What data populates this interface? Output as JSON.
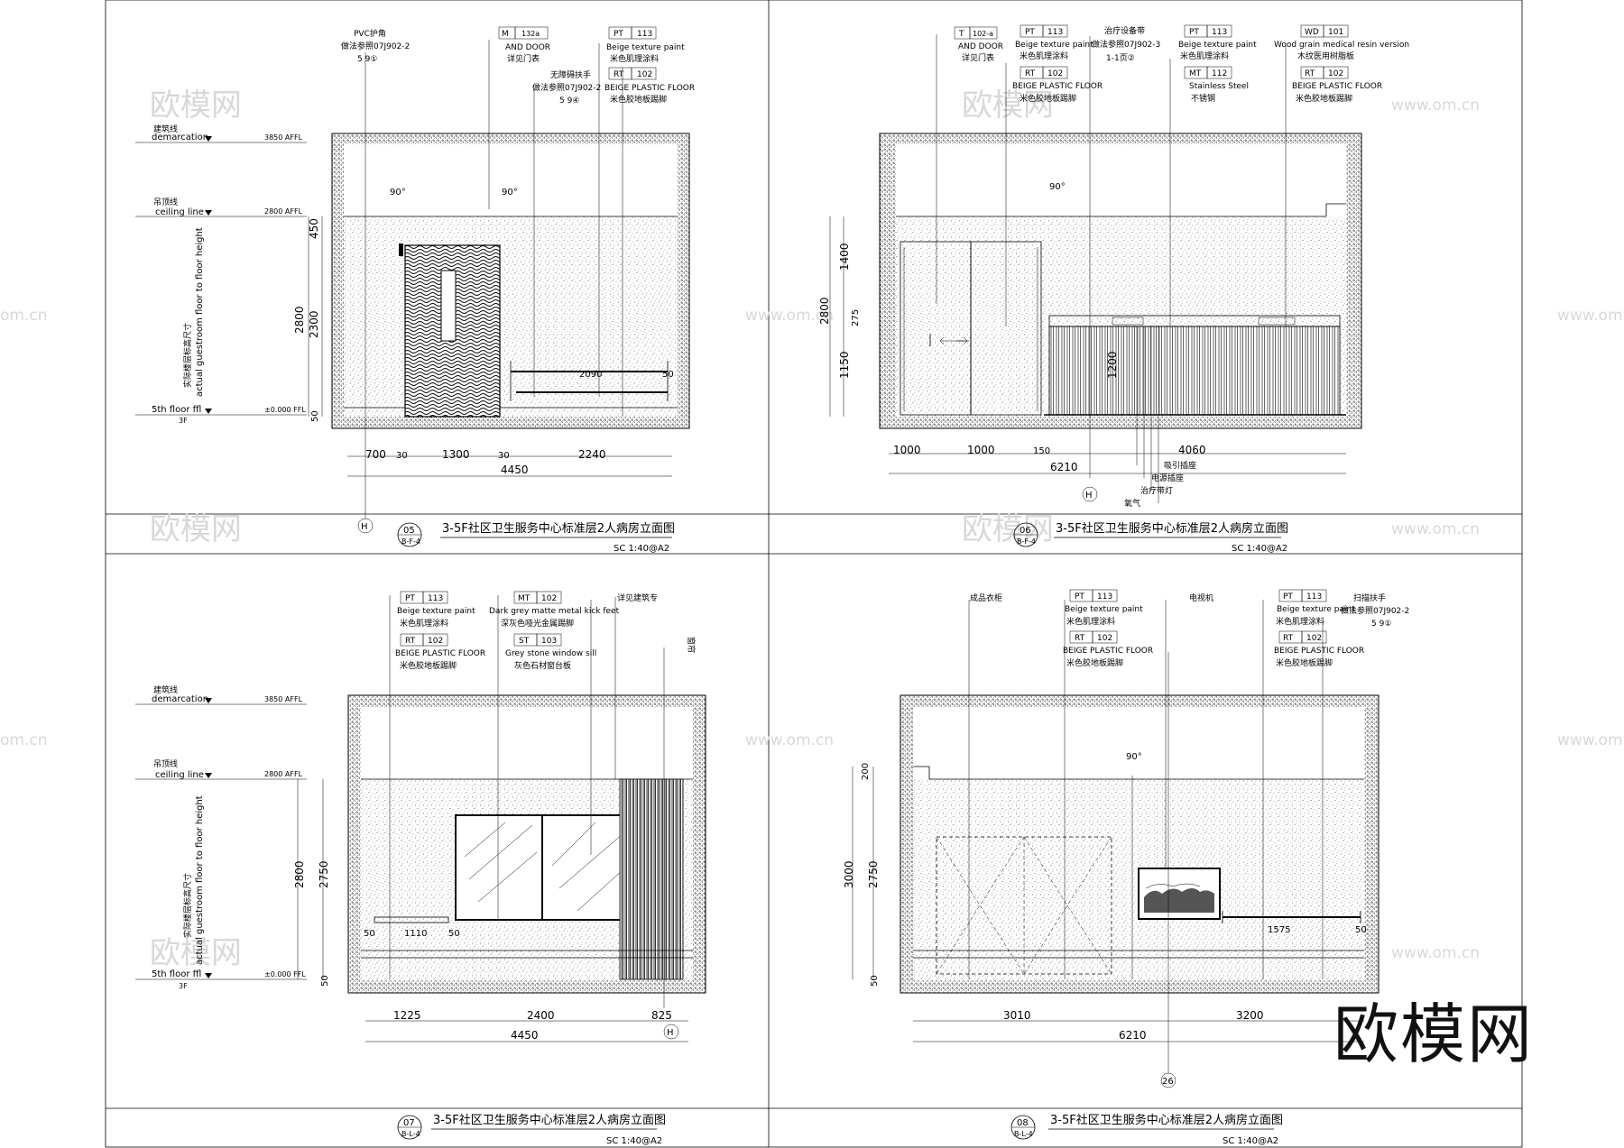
{
  "watermark": {
    "brand": "欧模网",
    "site": "www.om.cn",
    "site_short": "om.cn",
    "site_partial": "www.om."
  },
  "level_marks": {
    "demarcation_cn": "建筑线",
    "demarcation_en": "demarcation",
    "demarcation_val": "3850 AFFL",
    "ceiling_cn": "吊顶线",
    "ceiling_en": "ceiling line",
    "ceiling_val": "2800 AFFL",
    "floor_en": "5th floor ffl",
    "floor_val": "±0.000 FFL",
    "floor_sub": "3F",
    "height_cn": "实际楼层标高尺寸",
    "height_en": "actual guestroom floor to floor height"
  },
  "panels": [
    {
      "num": "05",
      "sub": "B-F-4",
      "title": "3-5F社区卫生服务中心标准层2人病房立面图",
      "scale": "SC 1:40@A2",
      "tags": [
        {
          "code": "PT",
          "num": "113",
          "en": "Beige texture paint",
          "cn": "米色肌理涂料"
        },
        {
          "code": "RT",
          "num": "102",
          "en": "BEIGE PLASTIC FLOOR",
          "cn": "米色胶地板踢脚"
        },
        {
          "code": "M",
          "num": "132a",
          "en": "AND DOOR",
          "cn": "详见门表"
        }
      ],
      "notes": [
        "PVC护角",
        "做法参照07J902-2",
        "5 9①",
        "无障碍扶手",
        "做法参照07J902-2",
        "5 9④"
      ],
      "angles": [
        "90°",
        "90°"
      ],
      "dims_h": [
        "700",
        "30",
        "1300",
        "30",
        "2240",
        "4450",
        "2090",
        "50"
      ],
      "dims_v": [
        "450",
        "2800",
        "2300",
        "50"
      ],
      "axis": "H"
    },
    {
      "num": "06",
      "sub": "B-F-4",
      "title": "3-5F社区卫生服务中心标准层2人病房立面图",
      "scale": "SC 1:40@A2",
      "tags": [
        {
          "code": "T",
          "num": "102-a",
          "en": "AND DOOR",
          "cn": "详见门表"
        },
        {
          "code": "PT",
          "num": "113",
          "en": "Beige texture paint",
          "cn": "米色肌理涂料"
        },
        {
          "code": "RT",
          "num": "102",
          "en": "BEIGE PLASTIC FLOOR",
          "cn": "米色胶地板踢脚"
        },
        {
          "code": "PT",
          "num": "113",
          "en": "Beige texture paint",
          "cn": "米色肌理涂料"
        },
        {
          "code": "MT",
          "num": "112",
          "en": "Stainless Steel",
          "cn": "不锈钢"
        },
        {
          "code": "WD",
          "num": "101",
          "en": "Wood grain medical resin version",
          "cn": "木纹医用树脂板"
        },
        {
          "code": "RT",
          "num": "102",
          "en": "BEIGE PLASTIC FLOOR",
          "cn": "米色胶地板踢脚"
        }
      ],
      "notes": [
        "治疗设备带",
        "做法参照07J902-3",
        "1-1页②",
        "吸引插座",
        "电源插座",
        "治疗带灯",
        "氧气"
      ],
      "angles": [
        "90°"
      ],
      "dims_h": [
        "1000",
        "1000",
        "150",
        "4060",
        "6210"
      ],
      "dims_v": [
        "1400",
        "2800",
        "275",
        "1150",
        "1200"
      ],
      "axis": "H"
    },
    {
      "num": "07",
      "sub": "B-L-4",
      "title": "3-5F社区卫生服务中心标准层2人病房立面图",
      "scale": "SC 1:40@A2",
      "tags": [
        {
          "code": "PT",
          "num": "113",
          "en": "Beige texture paint",
          "cn": "米色肌理涂料"
        },
        {
          "code": "RT",
          "num": "102",
          "en": "BEIGE PLASTIC FLOOR",
          "cn": "米色胶地板踢脚"
        },
        {
          "code": "MT",
          "num": "102",
          "en": "Dark grey matte metal kick feet",
          "cn": "深灰色哑光金属踢脚"
        },
        {
          "code": "ST",
          "num": "103",
          "en": "Grey stone window sill",
          "cn": "灰色石材窗台板"
        }
      ],
      "notes": [
        "详见建筑专",
        "窗帘"
      ],
      "angles": [],
      "dims_h": [
        "1225",
        "2400",
        "825",
        "4450",
        "1110",
        "50",
        "50"
      ],
      "dims_v": [
        "2800",
        "2750",
        "50"
      ],
      "axis": "H"
    },
    {
      "num": "08",
      "sub": "B-L-4",
      "title": "3-5F社区卫生服务中心标准层2人病房立面图",
      "scale": "SC 1:40@A2",
      "tags": [
        {
          "code": "PT",
          "num": "113",
          "en": "Beige texture paint",
          "cn": "米色肌理涂料"
        },
        {
          "code": "RT",
          "num": "102",
          "en": "BEIGE PLASTIC FLOOR",
          "cn": "米色胶地板踢脚"
        },
        {
          "code": "PT",
          "num": "113",
          "en": "Beige texture paint",
          "cn": "米色肌理涂料"
        },
        {
          "code": "RT",
          "num": "102",
          "en": "BEIGE PLASTIC FLOOR",
          "cn": "米色胶地板踢脚"
        }
      ],
      "notes": [
        "成品衣柜",
        "电视机",
        "扫描扶手",
        "做法参照07J902-2",
        "5 9①"
      ],
      "angles": [
        "90°"
      ],
      "dims_h": [
        "3010",
        "3200",
        "6210",
        "1575",
        "50"
      ],
      "dims_v": [
        "200",
        "3000",
        "2750",
        "50"
      ],
      "axis": "26"
    }
  ]
}
